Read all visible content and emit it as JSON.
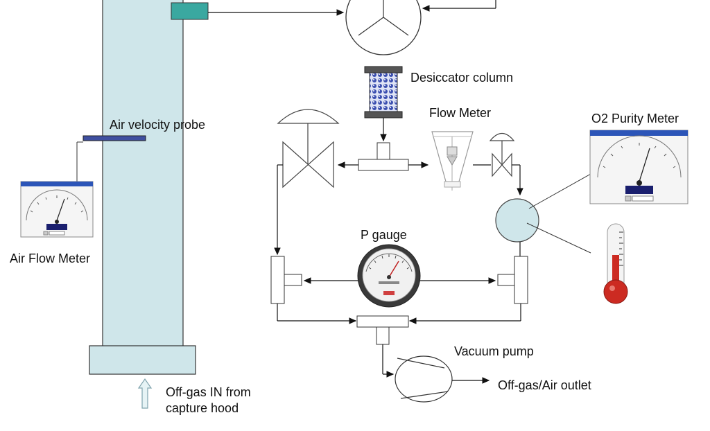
{
  "labels": {
    "desiccator": "Desiccator column",
    "flow_meter": "Flow Meter",
    "o2_meter": "O2 Purity Meter",
    "air_velocity_probe": "Air velocity probe",
    "air_flow_meter": "Air Flow Meter",
    "p_gauge": "P gauge",
    "vacuum_pump": "Vacuum pump",
    "outlet": "Off-gas/Air outlet",
    "inlet_line1": "Off-gas IN from",
    "inlet_line2": "capture hood"
  },
  "colors": {
    "duct_fill": "#cfe6ea",
    "sensor_fill": "#3aa8a0",
    "probe_fill": "#3f4fa0",
    "analyzer_fill": "#cfe6ea",
    "thermometer_red": "#cc2b22",
    "desiccant_blue": "#3b4fb0"
  }
}
